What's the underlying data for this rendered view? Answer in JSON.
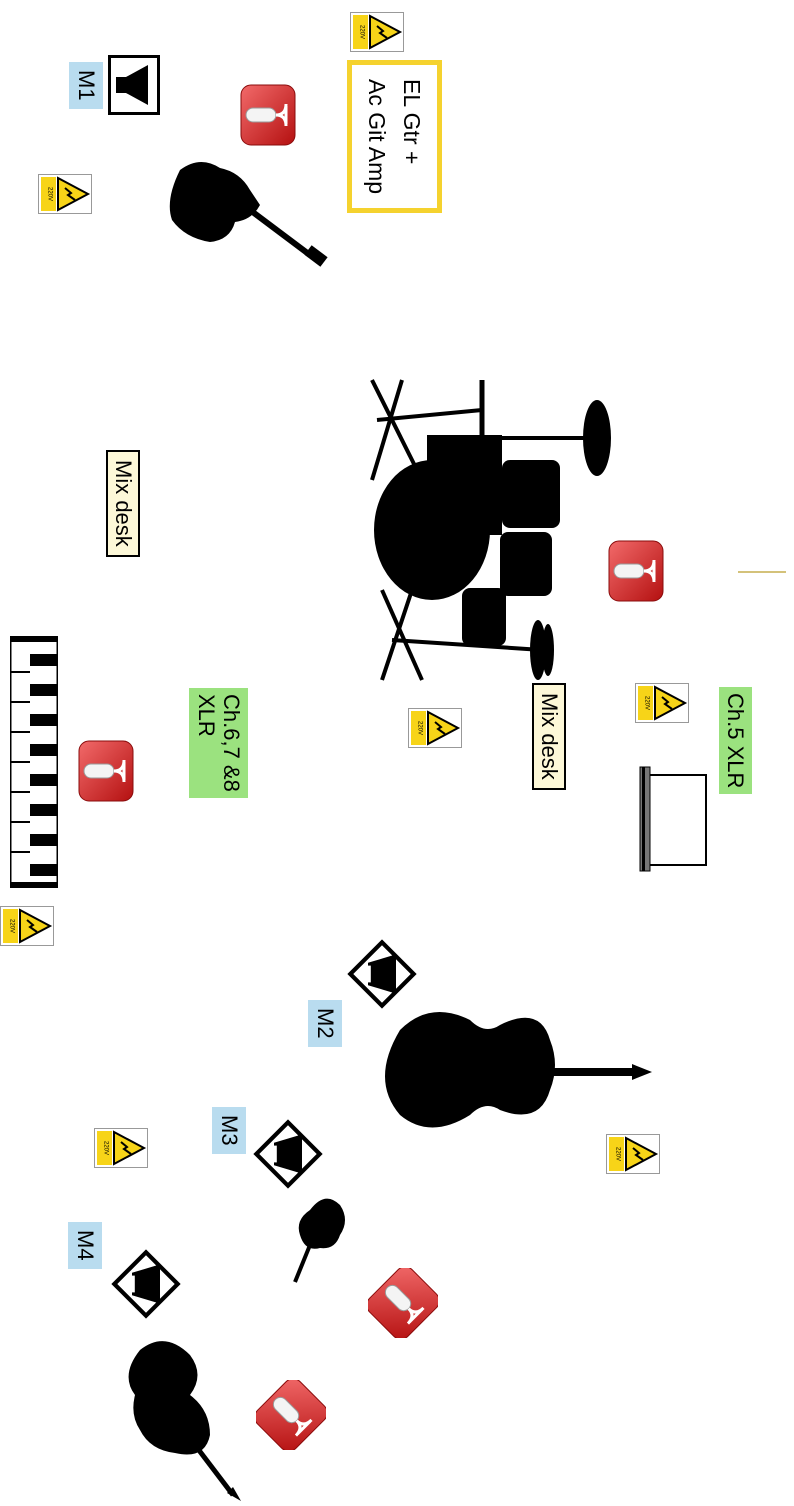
{
  "stage": {
    "amp_label_line1": "EL Gtr +",
    "amp_label_line2": "Ac Git Amp",
    "monitors": {
      "m1": "M1",
      "m2": "M2",
      "m3": "M3",
      "m4": "M4"
    },
    "mix_desk_labels": [
      "Mix desk",
      "Mix desk"
    ],
    "channel_labels": {
      "laptop_channel": "Ch.5 XLR",
      "keys_channel": "Ch.6,7 &8\nXLR"
    },
    "power_badge_text": "220V"
  },
  "icons": [
    "power-220v-icon",
    "microphone-icon",
    "wedge-monitor-icon",
    "guitar-icon",
    "drum-kit-icon",
    "keyboard-icon",
    "laptop-icon",
    "cello-icon",
    "violin-icon",
    "viola-icon"
  ],
  "colors": {
    "monitor_label_bg": "#b9dcef",
    "channel_label_bg": "#9be27f",
    "mix_desk_bg": "#fdf8d8",
    "amp_border": "#f5d22e",
    "mic_red": "#d32020",
    "warning_yellow": "#f7d418"
  }
}
